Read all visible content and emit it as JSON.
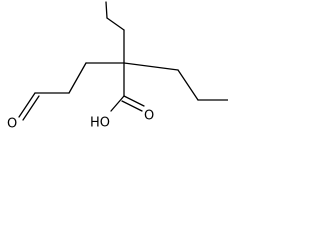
{
  "diagram": {
    "type": "skeletal-chemical-structure",
    "atom_labels": {
      "aldehyde_oxygen": "O",
      "hydroxyl": "HO",
      "carbonyl_oxygen": "O"
    },
    "bond_color": "#000000",
    "background": "#ffffff"
  }
}
